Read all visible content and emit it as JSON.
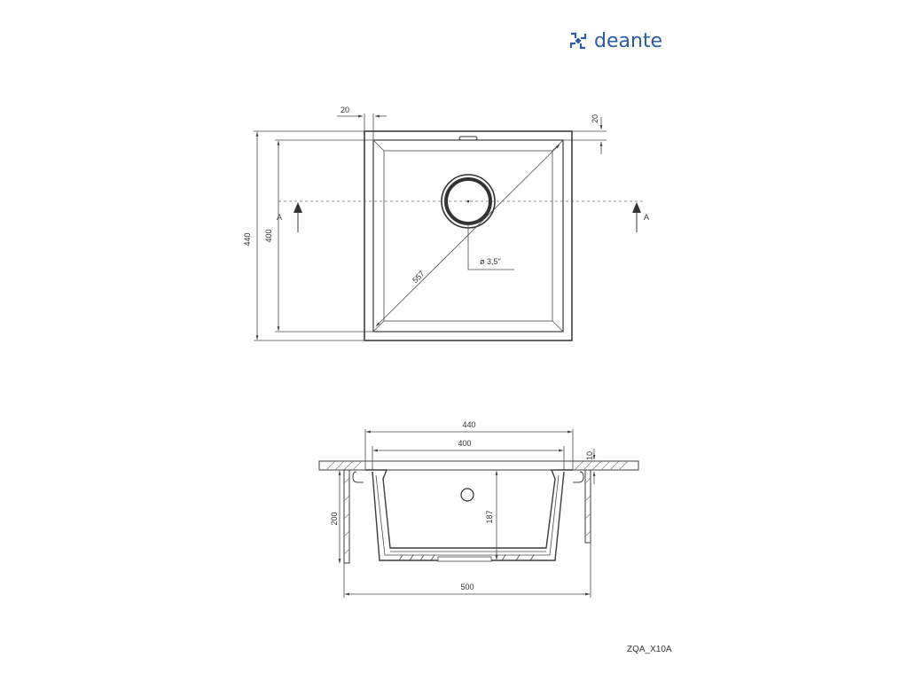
{
  "brand": {
    "name": "deante",
    "color": "#2a5aa8"
  },
  "product_code": "ZQA_X10A",
  "top_view": {
    "dim_flange_left": "20",
    "dim_flange_top": "20",
    "dim_outer_height": "440",
    "dim_inner_height": "400",
    "dim_diagonal": "557",
    "drain_diameter": "ø 3,5\"",
    "section_mark_left": "A",
    "section_mark_right": "A"
  },
  "section_view": {
    "dim_outer_width": "440",
    "dim_inner_width": "400",
    "dim_flange_thickness": "10",
    "dim_cabinet_depth": "200",
    "dim_bowl_depth": "187",
    "dim_cabinet_width": "500"
  }
}
